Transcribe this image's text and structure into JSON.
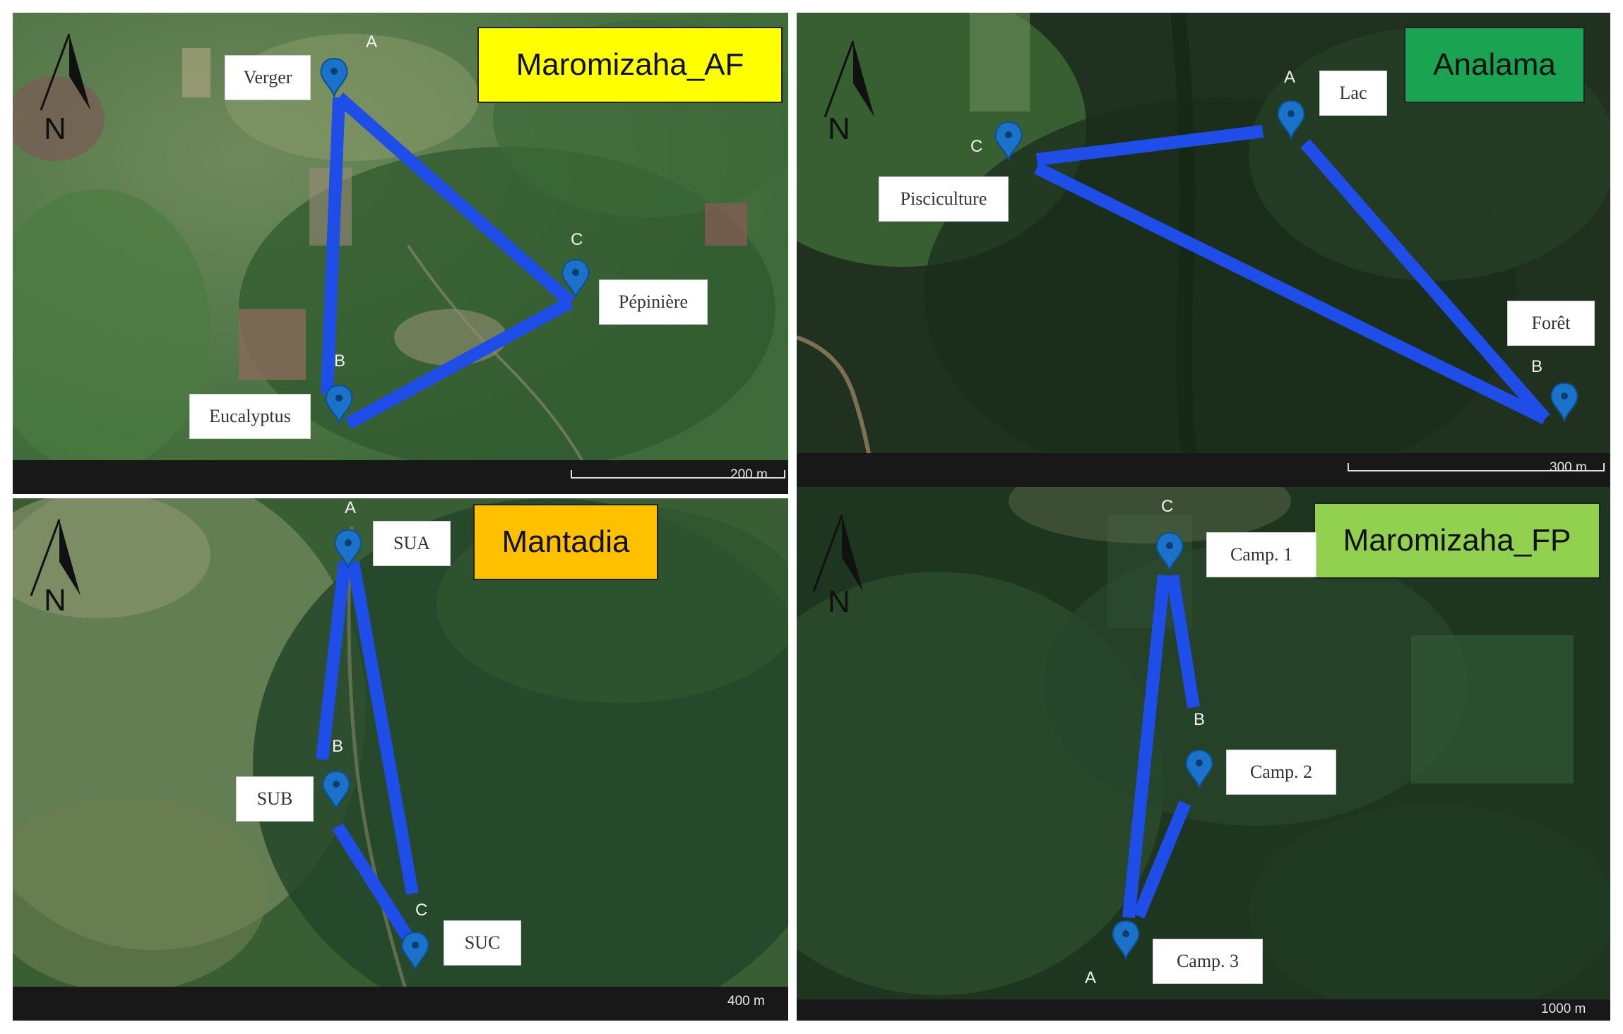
{
  "panels": {
    "p1": {
      "title": "Maromizaha_AF",
      "title_color": "#ffff00",
      "scale": "200 m",
      "north": "N",
      "points": [
        {
          "letter": "A",
          "label": "Verger"
        },
        {
          "letter": "B",
          "label": "Eucalyptus"
        },
        {
          "letter": "C",
          "label": "Pépinière"
        }
      ]
    },
    "p2": {
      "title": "Analama",
      "title_color": "#1aa351",
      "scale": "300 m",
      "north": "N",
      "points": [
        {
          "letter": "A",
          "label": "Lac"
        },
        {
          "letter": "B",
          "label": "Forêt"
        },
        {
          "letter": "C",
          "label": "Pisciculture"
        }
      ]
    },
    "p3": {
      "title": "Mantadia",
      "title_color": "#ffc000",
      "scale": "400 m",
      "north": "N",
      "points": [
        {
          "letter": "A",
          "label": "SUA"
        },
        {
          "letter": "B",
          "label": "SUB"
        },
        {
          "letter": "C",
          "label": "SUC"
        }
      ]
    },
    "p4": {
      "title": "Maromizaha_FP",
      "title_color": "#92d050",
      "scale": "1000 m",
      "north": "N",
      "points": [
        {
          "letter": "A",
          "label": "Camp. 3"
        },
        {
          "letter": "B",
          "label": "Camp. 2"
        },
        {
          "letter": "C",
          "label": "Camp. 1"
        }
      ]
    }
  },
  "colors": {
    "transect": "#1e4de8",
    "marker": "#1a73c9"
  }
}
